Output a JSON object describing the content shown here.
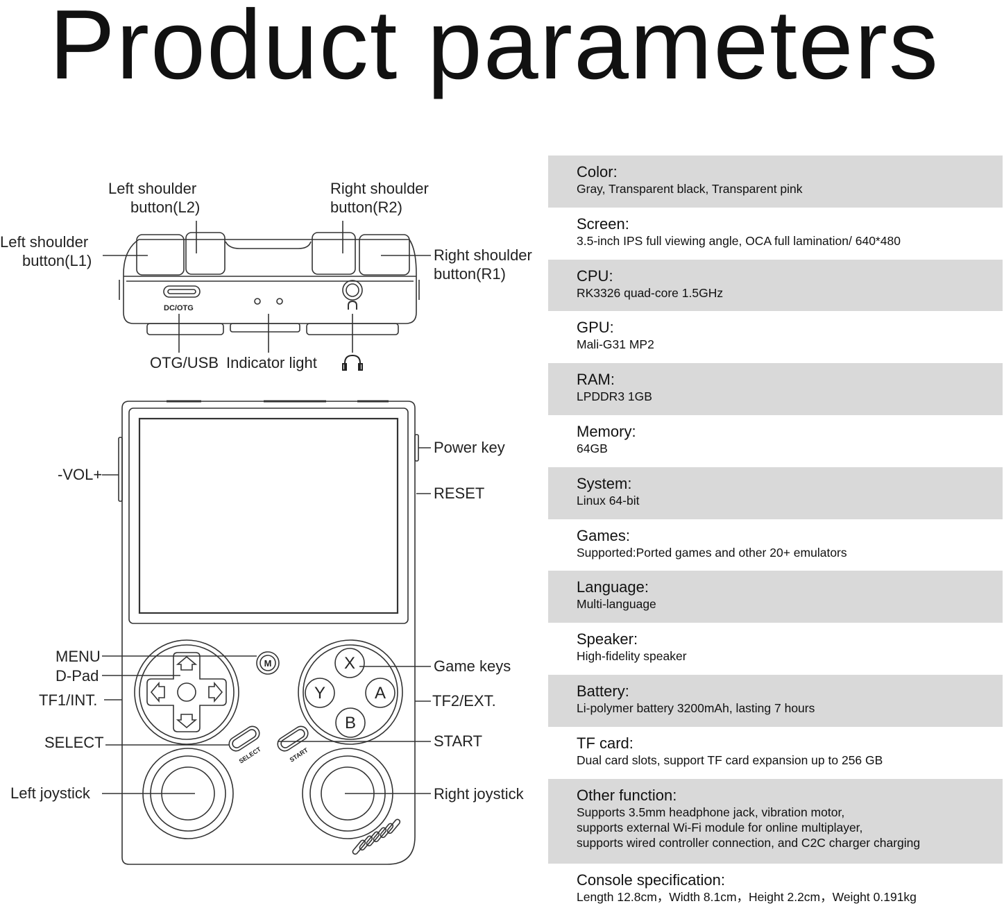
{
  "page": {
    "title": "Product parameters"
  },
  "diagram": {
    "top_view": {
      "port_label": "DC/OTG",
      "labels": {
        "l2": [
          "Left shoulder",
          "button(L2)"
        ],
        "r2": [
          "Right shoulder",
          "button(R2)"
        ],
        "l1": [
          "Left shoulder",
          "button(L1)"
        ],
        "r1": [
          "Right shoulder",
          "button(R1)"
        ],
        "otg_usb": "OTG/USB",
        "indicator": "Indicator light"
      }
    },
    "front_view": {
      "button_letters": {
        "x": "X",
        "y": "Y",
        "a": "A",
        "b": "B",
        "menu": "M"
      },
      "small_text": {
        "select": "SELECT",
        "start": "START"
      },
      "labels": {
        "vol": "-VOL+",
        "power": "Power key",
        "reset": "RESET",
        "menu": "MENU",
        "dpad": "D-Pad",
        "tf1": "TF1/INT.",
        "select": "SELECT",
        "left_joystick": "Left joystick",
        "game_keys": "Game keys",
        "tf2": "TF2/EXT.",
        "start": "START",
        "right_joystick": "Right joystick"
      }
    }
  },
  "specs": [
    {
      "label": "Color:",
      "value": "Gray, Transparent black, Transparent pink"
    },
    {
      "label": "Screen:",
      "value": "3.5-inch IPS full viewing angle, OCA full lamination/ 640*480"
    },
    {
      "label": "CPU:",
      "value": "RK3326 quad-core 1.5GHz"
    },
    {
      "label": "GPU:",
      "value": "Mali-G31 MP2"
    },
    {
      "label": "RAM:",
      "value": "LPDDR3  1GB"
    },
    {
      "label": "Memory:",
      "value": "64GB"
    },
    {
      "label": "System:",
      "value": "Linux 64-bit"
    },
    {
      "label": "Games:",
      "value": "Supported:Ported games and other 20+ emulators"
    },
    {
      "label": "Language:",
      "value": "Multi-language"
    },
    {
      "label": "Speaker:",
      "value": "High-fidelity speaker"
    },
    {
      "label": "Battery:",
      "value": "Li-polymer battery 3200mAh, lasting 7 hours"
    },
    {
      "label": "TF card:",
      "value": "Dual card slots, support TF card expansion up to 256 GB"
    },
    {
      "label": "Other function:",
      "value": "Supports 3.5mm headphone jack, vibration motor,\nsupports external Wi-Fi module for online multiplayer,\nsupports wired controller connection, and C2C charger charging"
    },
    {
      "label": "Console specification:",
      "value": "Length 12.8cm，Width 8.1cm，Height 2.2cm，Weight 0.191kg"
    }
  ]
}
